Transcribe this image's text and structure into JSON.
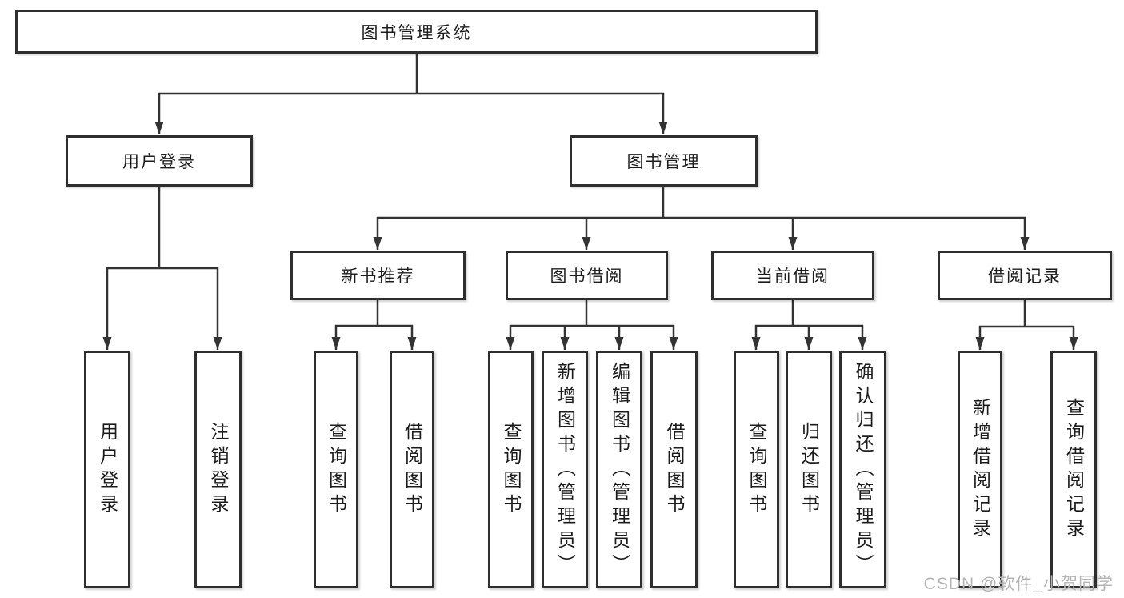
{
  "diagram_title": "图书管理系统",
  "nodes": {
    "root": {
      "label": "图书管理系统"
    },
    "level2": [
      {
        "id": "user-login",
        "label": "用户登录",
        "parent": "图书管理系统"
      },
      {
        "id": "book-management",
        "label": "图书管理",
        "parent": "图书管理系统"
      }
    ],
    "level3": [
      {
        "id": "new-book-recommend",
        "label": "新书推荐",
        "parent": "图书管理"
      },
      {
        "id": "book-borrow",
        "label": "图书借阅",
        "parent": "图书管理"
      },
      {
        "id": "current-borrow",
        "label": "当前借阅",
        "parent": "图书管理"
      },
      {
        "id": "borrow-records",
        "label": "借阅记录",
        "parent": "图书管理"
      }
    ],
    "leaves": [
      {
        "label": "用户登录",
        "parent": "用户登录"
      },
      {
        "label": "注销登录",
        "parent": "用户登录"
      },
      {
        "label": "查询图书",
        "parent": "新书推荐"
      },
      {
        "label": "借阅图书",
        "parent": "新书推荐"
      },
      {
        "label": "查询图书",
        "parent": "图书借阅"
      },
      {
        "label": "新增图书（管理员）",
        "parent": "图书借阅"
      },
      {
        "label": "编辑图书（管理员）",
        "parent": "图书借阅"
      },
      {
        "label": "借阅图书",
        "parent": "图书借阅"
      },
      {
        "label": "查询图书",
        "parent": "当前借阅"
      },
      {
        "label": "归还图书",
        "parent": "当前借阅"
      },
      {
        "label": "确认归还（管理员）",
        "parent": "当前借阅"
      },
      {
        "label": "新增借阅记录",
        "parent": "借阅记录"
      },
      {
        "label": "查询借阅记录",
        "parent": "借阅记录"
      }
    ]
  },
  "watermark": {
    "text": "CSDN @软件_小贺同学"
  },
  "colors": {
    "background": "#ffffff",
    "box_border": "#2e2e2e",
    "line": "#333333",
    "text": "#1c1c1c",
    "watermark": "#b5b5b5"
  }
}
